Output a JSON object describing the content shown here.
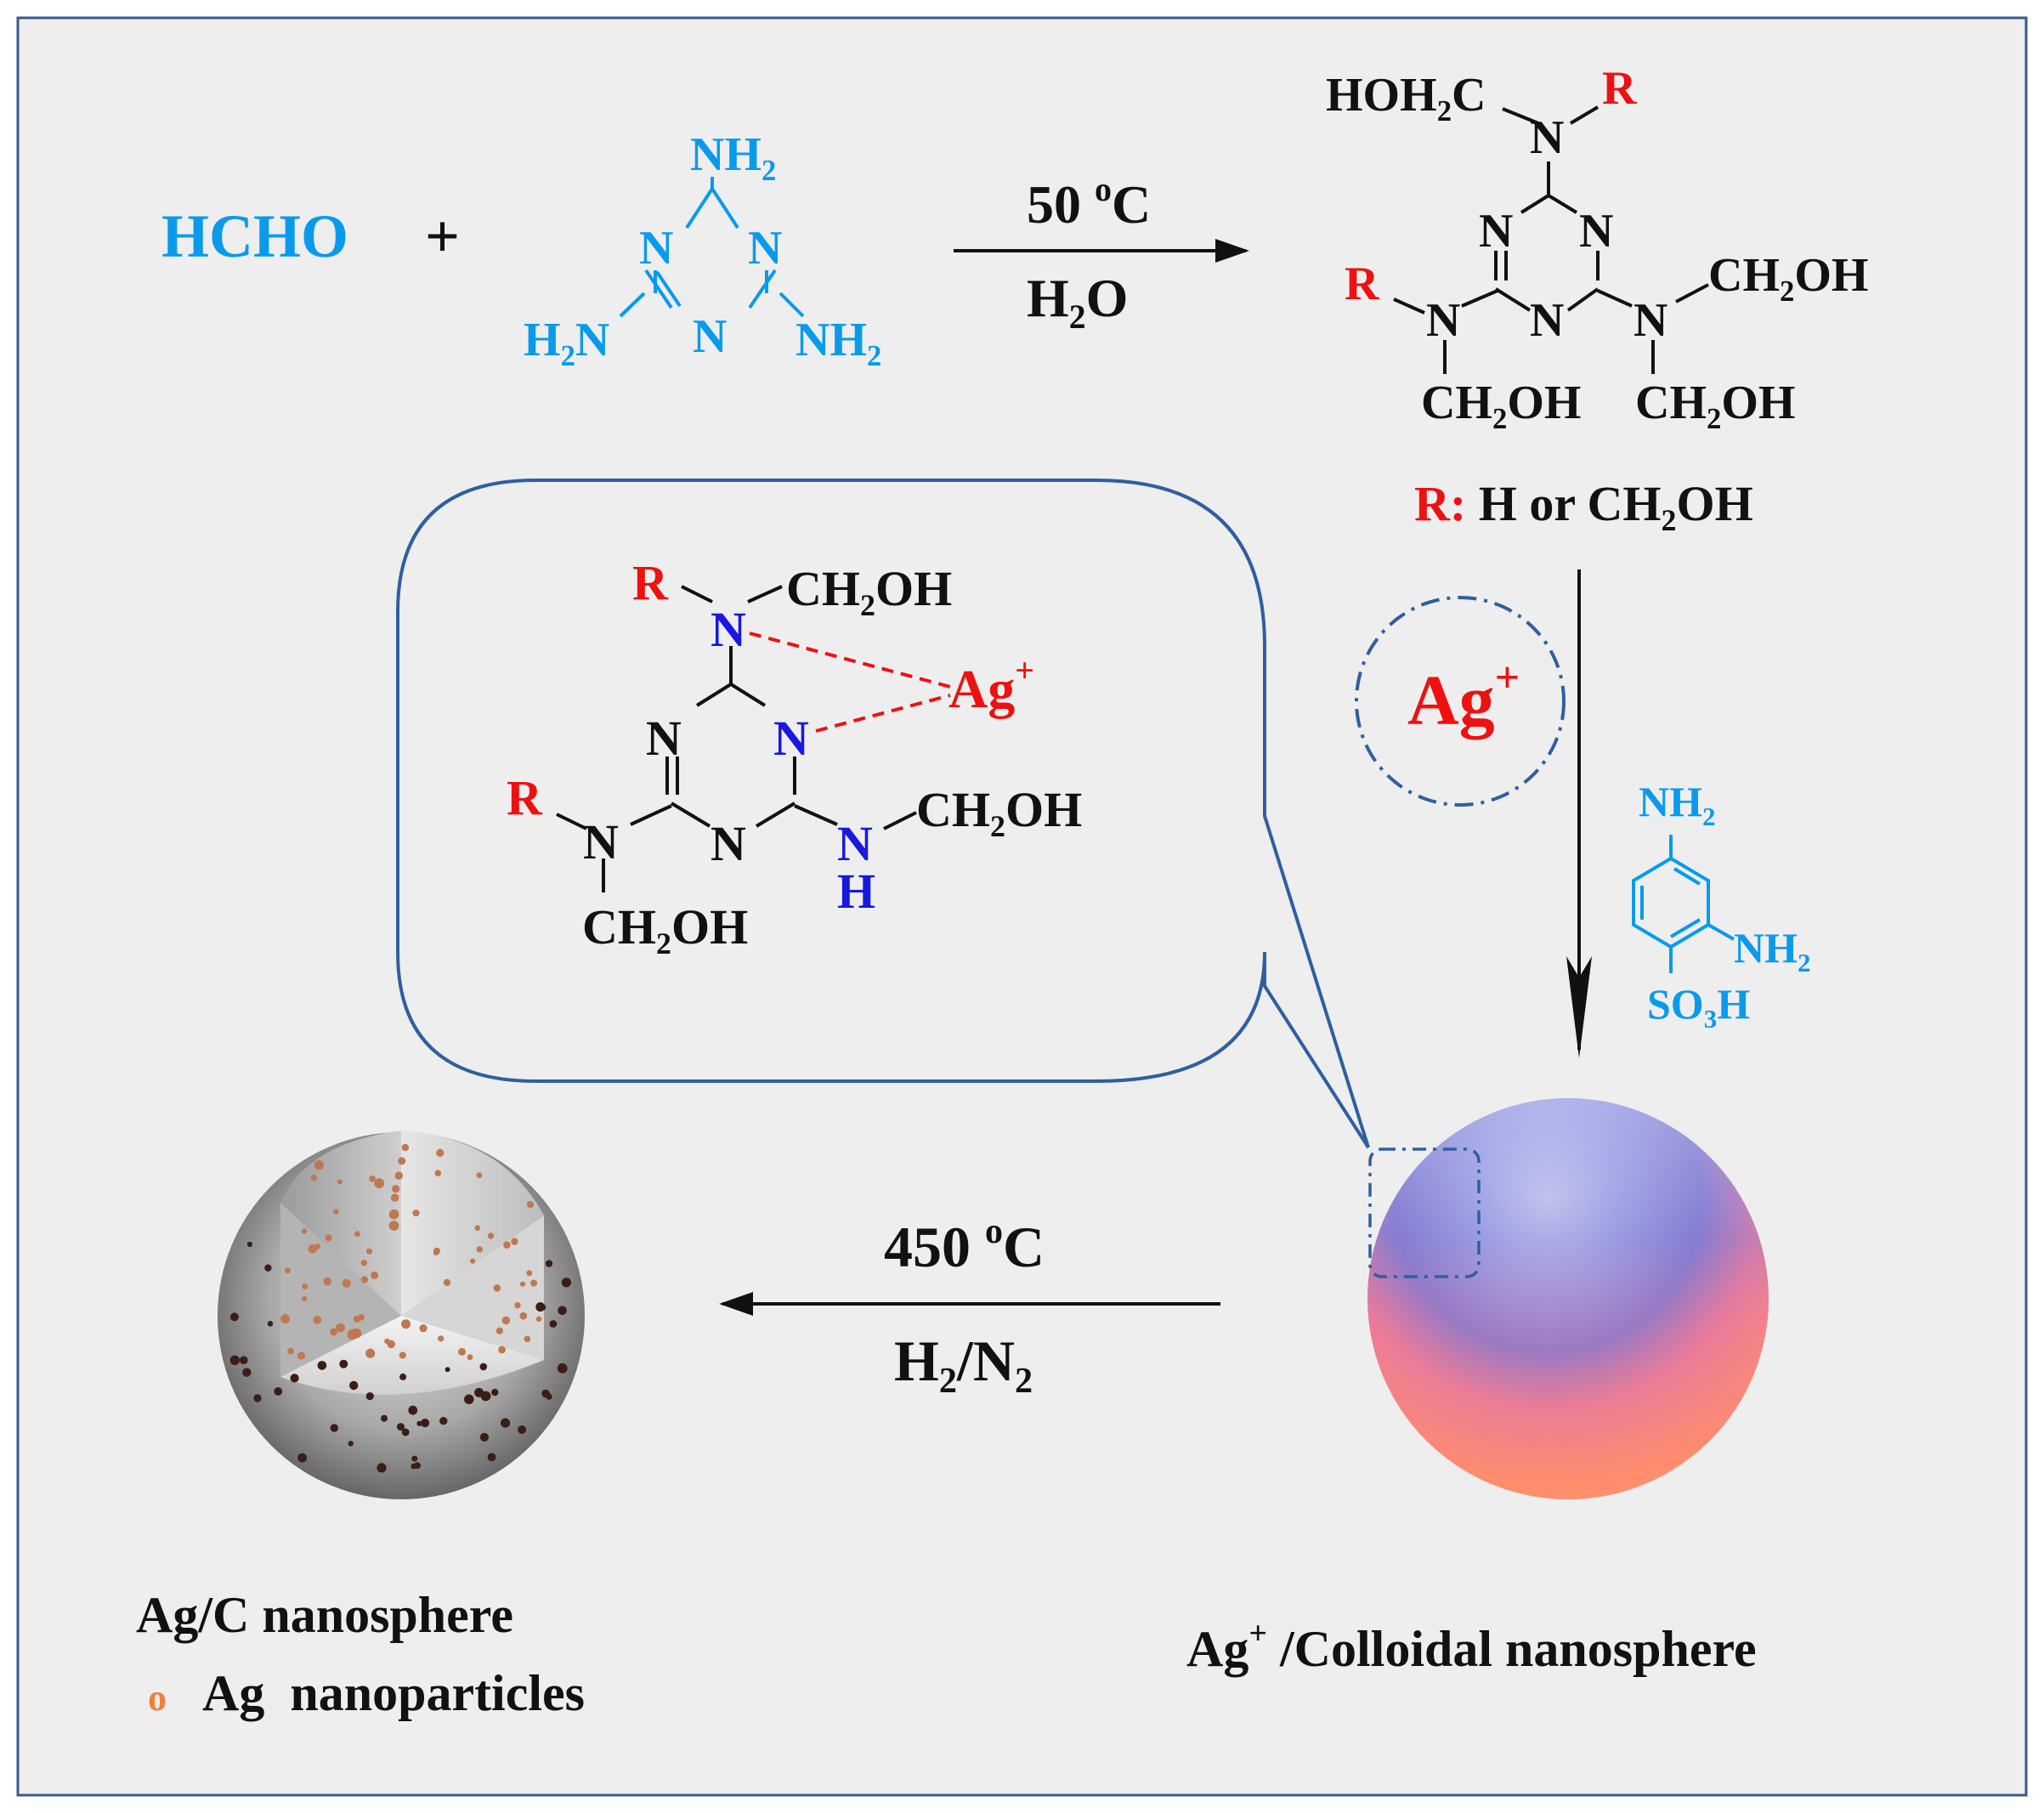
{
  "colors": {
    "background": "#eeeeee",
    "frame": "#3a5a8c",
    "cyan": "#0a9aec",
    "red": "#ee1111",
    "blue": "#1818e0",
    "black": "#111111",
    "callout": "#2f5f9f"
  },
  "reactants": {
    "hcho": "HCHO",
    "plus": "+",
    "melamine": {
      "nh2_top": "NH",
      "nh2_left": "H",
      "nh2_left_rest": "N",
      "nh2_right": "NH",
      "ring_n": "N",
      "sub2": "2"
    }
  },
  "step1": {
    "temp": "50 ",
    "temp_sup": "o",
    "temp_unit": "C",
    "solvent": "H",
    "solvent_sub": "2",
    "solvent_rest": "O"
  },
  "product": {
    "hoh2c": "HOH",
    "hoh2c_sub": "2",
    "hoh2c_rest": "C",
    "r": "R",
    "n": "N",
    "ch2oh": "CH",
    "ch2oh_sub": "2",
    "ch2oh_rest": "OH",
    "legend_r": "R:",
    "legend_rest": " H or CH",
    "legend_sub": "2",
    "legend_end": "OH"
  },
  "complex": {
    "r": "R",
    "n": "N",
    "h": "H",
    "ag": "Ag",
    "ag_sup": "+",
    "ch2oh": "CH",
    "ch2oh_sub": "2",
    "ch2oh_rest": "OH"
  },
  "step2": {
    "ag_ion": "Ag",
    "ag_ion_sup": "+",
    "additive": {
      "nh2": "NH",
      "sub2": "2",
      "so3h": "SO",
      "so3h_sub": "3",
      "so3h_rest": "H"
    }
  },
  "step3": {
    "temp": "450 ",
    "temp_sup": "o",
    "temp_unit": "C",
    "gas": "H",
    "gas_sub": "2",
    "gas_mid": "/N",
    "gas_sub2": "2"
  },
  "labels": {
    "agc": "Ag/C nanosphere",
    "legend_marker": "o",
    "legend_np": "Ag  nanoparticles",
    "colloid_ag": "Ag",
    "colloid_sup": "+",
    "colloid_rest": " /Colloidal nanosphere"
  }
}
